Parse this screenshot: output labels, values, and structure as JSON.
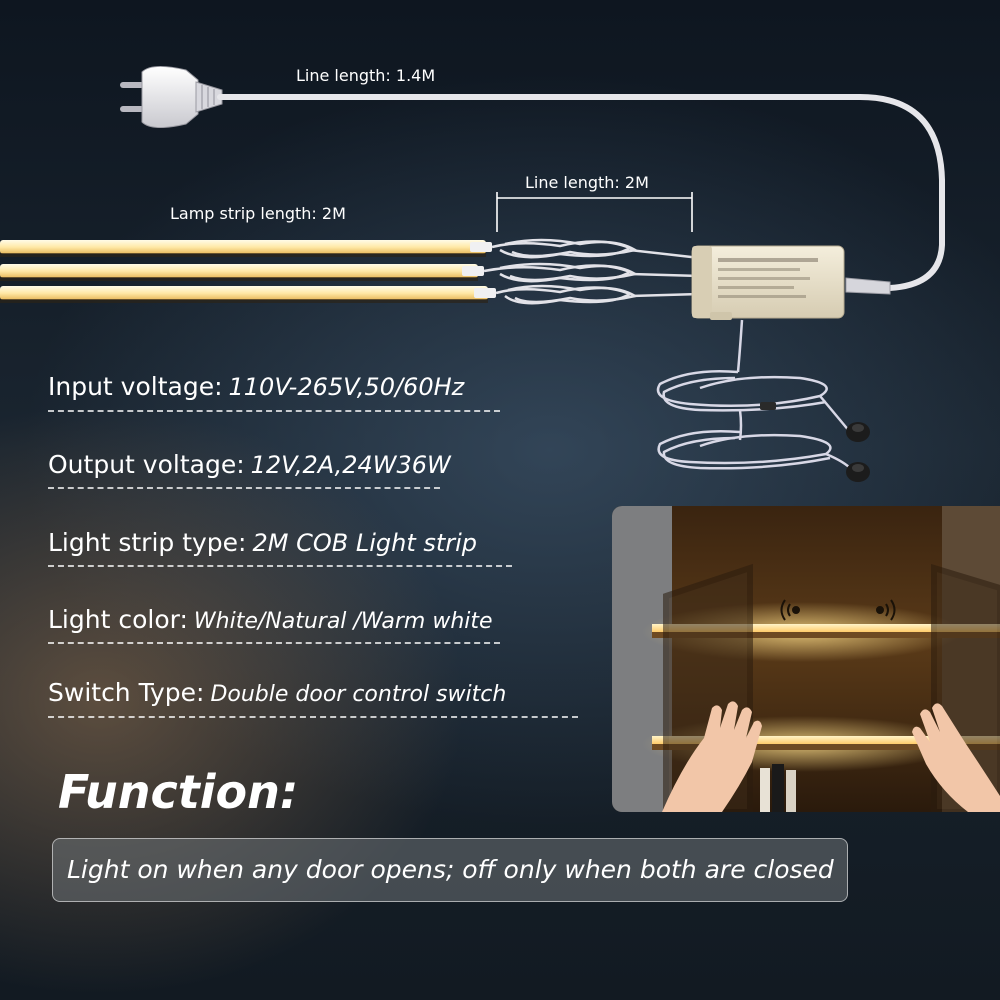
{
  "dimensions": {
    "plug_line": "Line length: 1.4M",
    "output_line": "Line length: 2M",
    "strip_length": "Lamp strip length: 2M"
  },
  "specs": [
    {
      "label": "Input voltage:",
      "value": "110V-265V,50/60Hz"
    },
    {
      "label": "Output voltage:",
      "value": "12V,2A,24W36W"
    },
    {
      "label": "Light strip type:",
      "value": "2M COB Light strip"
    },
    {
      "label": "Light color:",
      "value": "White/Natural /Warm white"
    },
    {
      "label": "Switch Type:",
      "value": "Double door control switch"
    }
  ],
  "function": {
    "title": "Function:",
    "description": "Light on when any door opens; off only when both are closed"
  },
  "colors": {
    "strip_glow": "#ffe9a8",
    "cable": "#e6e6ea",
    "driver_box": "#ece4cf",
    "text": "#ffffff"
  }
}
